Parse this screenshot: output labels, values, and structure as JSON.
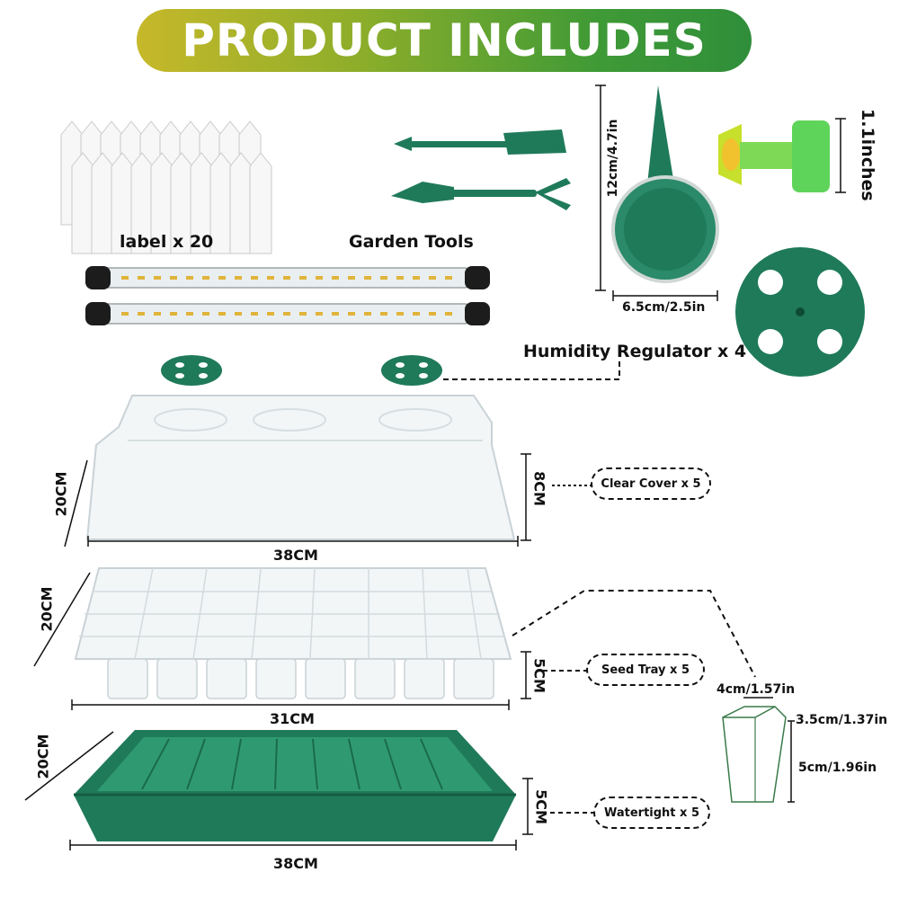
{
  "banner": {
    "title": "PRODUCT INCLUDES"
  },
  "labels": {
    "label_count": "label x 20",
    "garden_tools": "Garden Tools",
    "humidity_regulator": "Humidity Regulator x 4",
    "clear_cover": "Clear Cover x 5",
    "seed_tray": "Seed Tray x 5",
    "watertight": "Watertight x 5"
  },
  "dimensions": {
    "sprinkler_height": "12cm/4.7in",
    "sprinkler_width": "6.5cm/2.5in",
    "cap_size": "1.1inches",
    "cover_depth": "20CM",
    "cover_length": "38CM",
    "cover_height": "8CM",
    "tray_depth": "20CM",
    "tray_length": "31CM",
    "tray_height": "5CM",
    "cell_top": "4cm/1.57in",
    "cell_bottom": "3.5cm/1.37in",
    "cell_height": "5cm/1.96in",
    "base_depth": "20CM",
    "base_length": "38CM",
    "base_height": "5CM"
  },
  "colors": {
    "accent_green": "#1f7a5a",
    "banner_start": "#c6b82a",
    "banner_end": "#2f8e3a"
  }
}
